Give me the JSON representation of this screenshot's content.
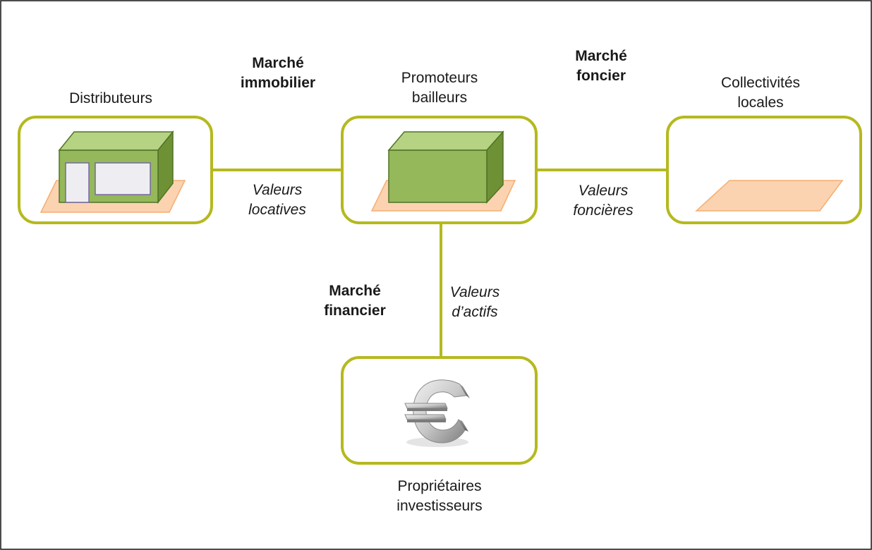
{
  "actors": {
    "distributeurs": [
      "Distributeurs"
    ],
    "promoteurs": [
      "Promoteurs",
      "bailleurs"
    ],
    "collectivites": [
      "Collectivités",
      "locales"
    ],
    "proprietaires": [
      "Propriétaires",
      "investisseurs"
    ]
  },
  "markets": {
    "immobilier": [
      "Marché",
      "immobilier"
    ],
    "foncier": [
      "Marché",
      "foncier"
    ],
    "financier": [
      "Marché",
      "financier"
    ]
  },
  "values": {
    "locatives": [
      "Valeurs",
      "locatives"
    ],
    "foncieres": [
      "Valeurs",
      "foncières"
    ],
    "actifs": [
      "Valeurs",
      "d’actifs"
    ]
  },
  "colors": {
    "box_border": "#b5b91e",
    "connector": "#b5b91e",
    "building_front": "#94b85a",
    "building_top": "#b5d383",
    "building_side": "#6f9136",
    "building_stroke": "#4f7325",
    "ground": "#fbd3b0",
    "ground_stroke": "#f6ad72",
    "window_fill": "#eeeef2",
    "window_stroke": "#7a66a6",
    "euro": "#bdbdbd"
  },
  "icons": {
    "distributeurs": "shop-building-icon",
    "promoteurs": "building-block-icon",
    "collectivites": "land-parcel-icon",
    "proprietaires": "euro-icon"
  }
}
